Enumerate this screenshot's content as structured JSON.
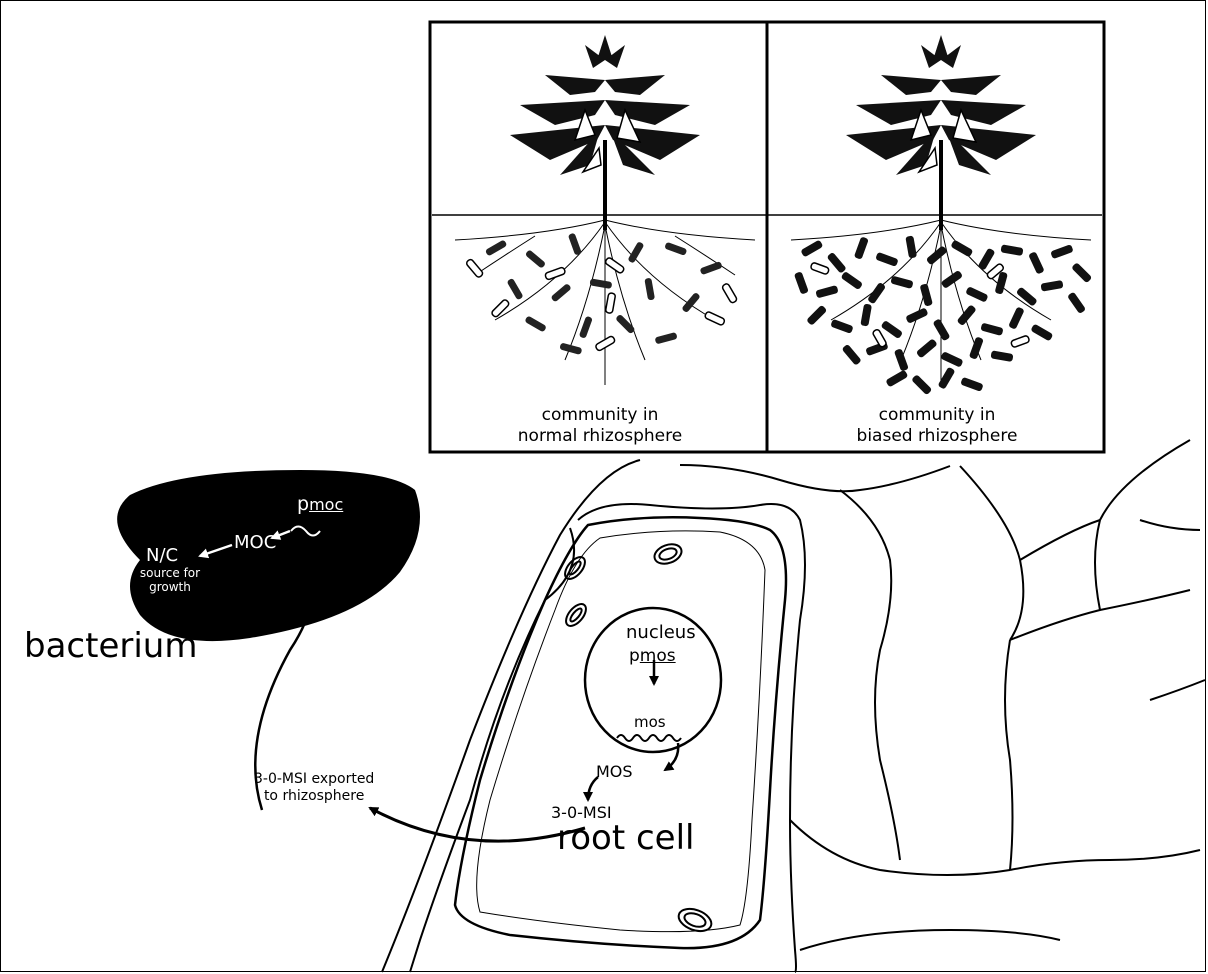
{
  "panels": [
    {
      "caption_line1": "community in",
      "caption_line2": "normal rhizosphere"
    },
    {
      "caption_line1": "community in",
      "caption_line2": "biased rhizosphere"
    }
  ],
  "bacterium": {
    "title": "bacterium",
    "promoter_p": "p",
    "promoter_gene": "moc",
    "moc": "MOC",
    "nc": "N/C",
    "source_line1": "source for",
    "source_line2": "growth"
  },
  "root_cell": {
    "title": "root cell",
    "nucleus": "nucleus",
    "promoter_p": "p",
    "promoter_gene": "mos",
    "mos_gene": "mos",
    "mos_protein": "MOS",
    "msi": "3-0-MSI",
    "export_line1": "3-0-MSI exported",
    "export_line2": "to rhizosphere"
  }
}
